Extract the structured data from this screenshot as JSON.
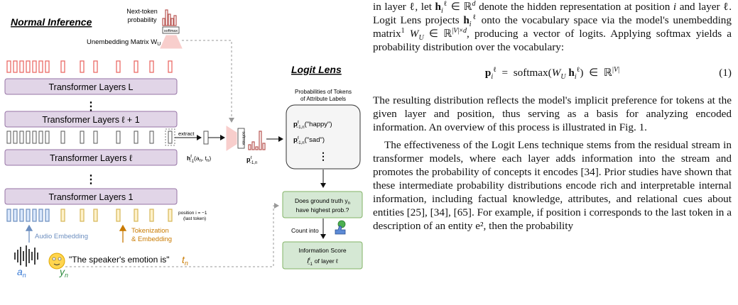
{
  "figure": {
    "title_left": "Normal Inference",
    "title_right": "Logit Lens",
    "next_token_label_1": "Next-token",
    "next_token_label_2": "probability",
    "softmax_label": "softmax",
    "unembedding_label": "Unembedding Matrix W",
    "unembedding_sub": "U",
    "layer_L": "Transformer Layers L",
    "layer_l_plus_1": "Transformer Layers ℓ + 1",
    "layer_l": "Transformer Layers ℓ",
    "layer_1": "Transformer Layers 1",
    "extract_label": "extract",
    "h_label": "h",
    "h_sup": "ℓ",
    "h_sub": "−1",
    "h_args": "(a",
    "h_args_mid": ", t",
    "h_args_end": ")",
    "p_label": "p",
    "p_sup": "ℓ",
    "p_sub": "−1,n",
    "prob_box_title_1": "Probabilities of Tokens",
    "prob_box_title_2": "of Attribute Labels",
    "prob_happy": "(\"happy\")",
    "prob_sad": "(\"sad\")",
    "question_1": "Does ground truth y",
    "question_1_sub": "n",
    "question_2": "have highest prob.?",
    "count_into": "Count into",
    "info_score_1": "Information Score",
    "info_score_2": "of layer ℓ",
    "info_I": "I",
    "position_label_1": "position i = −1",
    "position_label_2": "(last token)",
    "audio_embedding": "Audio Embedding",
    "tokenization_1": "Tokenization",
    "tokenization_2": "& Embedding",
    "prompt_text": "\"The speaker's emotion is\"",
    "t_n": "t",
    "a_n": "a",
    "y_n": "y",
    "sub_n": "n",
    "colors": {
      "purple": "#e1d5e7",
      "purple_stroke": "#9673a6",
      "pink": "#f8cecc",
      "pink_stroke": "#ea6b66",
      "blue_tok": "#dae8fc",
      "blue_stroke": "#6c8ebf",
      "yellow_tok": "#fff2cc",
      "yellow_stroke": "#d6b656",
      "green": "#d5e8d4",
      "green_stroke": "#82b366",
      "orange": "#c97a00",
      "blue_arrow": "#6c8ebf",
      "red_bar": "#b85450"
    }
  },
  "text": {
    "p1_a": "in layer ℓ, let",
    "p1_b": "denote the hidden representation at position",
    "p1_c": "and layer ℓ. Logit Lens projects",
    "p1_d": "onto the vocabulary space via the model's unembedding matrix",
    "p1_e": ", producing a vector of logits. Applying softmax yields a probability distribution over the vocabulary:",
    "eq_number": "(1)",
    "p2": "The resulting distribution reflects the model's implicit preference for tokens at the given layer and position, thus serving as a basis for analyzing encoded information. An overview of this process is illustrated in Fig. 1.",
    "p3": "The effectiveness of the Logit Lens technique stems from the residual stream in transformer models, where each layer adds information into the stream and promotes the probability of concepts it encodes [34]. Prior studies have shown that these intermediate probability distributions encode rich and interpretable internal information, including factual knowledge, attributes, and relational cues about entities [25], [34], [65]. For example, if position i corresponds to the last token in a description of an entity e², then the probability"
  }
}
